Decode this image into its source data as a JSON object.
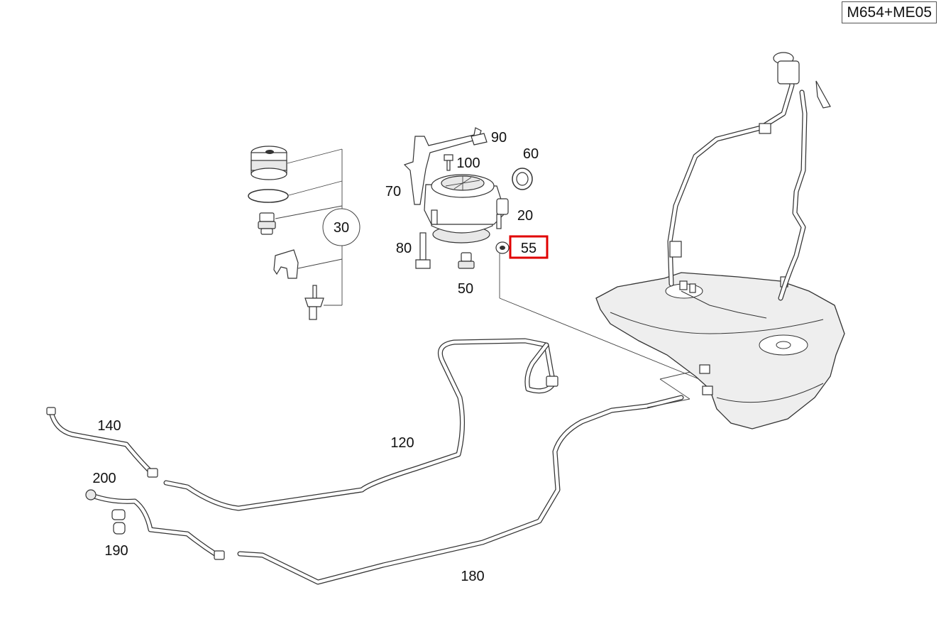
{
  "variant_code": "M654+ME05",
  "highlighted_callout": "55",
  "callouts": [
    {
      "id": "30",
      "label": "30"
    },
    {
      "id": "90",
      "label": "90"
    },
    {
      "id": "100",
      "label": "100"
    },
    {
      "id": "60",
      "label": "60"
    },
    {
      "id": "70",
      "label": "70"
    },
    {
      "id": "20",
      "label": "20"
    },
    {
      "id": "55",
      "label": "55"
    },
    {
      "id": "80",
      "label": "80"
    },
    {
      "id": "50",
      "label": "50"
    },
    {
      "id": "140",
      "label": "140"
    },
    {
      "id": "120",
      "label": "120"
    },
    {
      "id": "200",
      "label": "200"
    },
    {
      "id": "190",
      "label": "190"
    },
    {
      "id": "180",
      "label": "180"
    }
  ],
  "colors": {
    "highlight": "#e00000",
    "line": "#333333",
    "tank_fill": "#eeeeee"
  }
}
